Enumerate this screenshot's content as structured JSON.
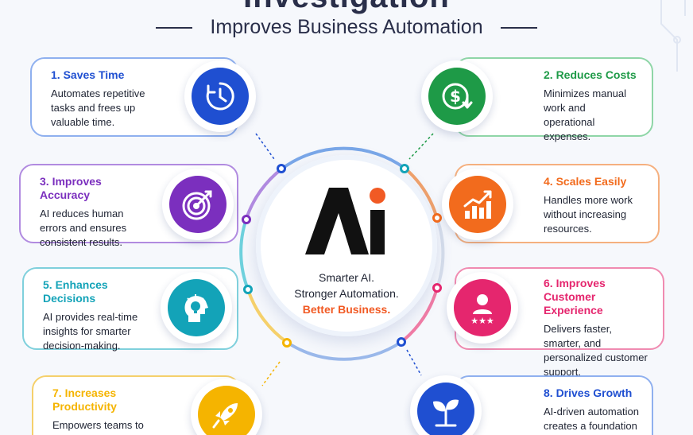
{
  "header": {
    "title": "Investigation",
    "subtitle": "Improves Business Automation"
  },
  "center": {
    "logo_text": "Ai",
    "line1": "Smarter AI.",
    "line2": "Stronger Automation.",
    "line3": "Better Business."
  },
  "colors": {
    "blue": "#1f4fd1",
    "green": "#1e9a47",
    "purple": "#7b2fbe",
    "orange": "#f26b1d",
    "teal": "#13a3b8",
    "pink": "#e5266e",
    "yellow": "#f5b400",
    "accent": "#f15a24"
  },
  "benefits": [
    {
      "title": "1. Saves Time",
      "desc": "Automates repetitive tasks and frees up valuable time.",
      "icon": "clock-icon",
      "color": "#1f4fd1"
    },
    {
      "title": "2. Reduces Costs",
      "desc": "Minimizes manual work and operational expenses.",
      "icon": "dollar-down-icon",
      "color": "#1e9a47"
    },
    {
      "title": "3. Improves Accuracy",
      "desc": "AI reduces human errors and ensures consistent results.",
      "icon": "target-icon",
      "color": "#7b2fbe"
    },
    {
      "title": "4. Scales Easily",
      "desc": "Handles more work without increasing resources.",
      "icon": "growth-chart-icon",
      "color": "#f26b1d"
    },
    {
      "title": "5. Enhances Decisions",
      "desc": "AI provides real-time insights for smarter decision-making.",
      "icon": "idea-head-icon",
      "color": "#13a3b8"
    },
    {
      "title": "6. Improves Customer Experience",
      "desc": "Delivers faster, smarter, and personalized customer support.",
      "icon": "customer-stars-icon",
      "color": "#e5266e"
    },
    {
      "title": "7. Increases Productivity",
      "desc": "Empowers teams to focus on high-value",
      "icon": "rocket-icon",
      "color": "#f5b400"
    },
    {
      "title": "8. Drives Growth",
      "desc": "AI-driven automation creates a foundation",
      "icon": "sprout-icon",
      "color": "#1f4fd1"
    }
  ]
}
